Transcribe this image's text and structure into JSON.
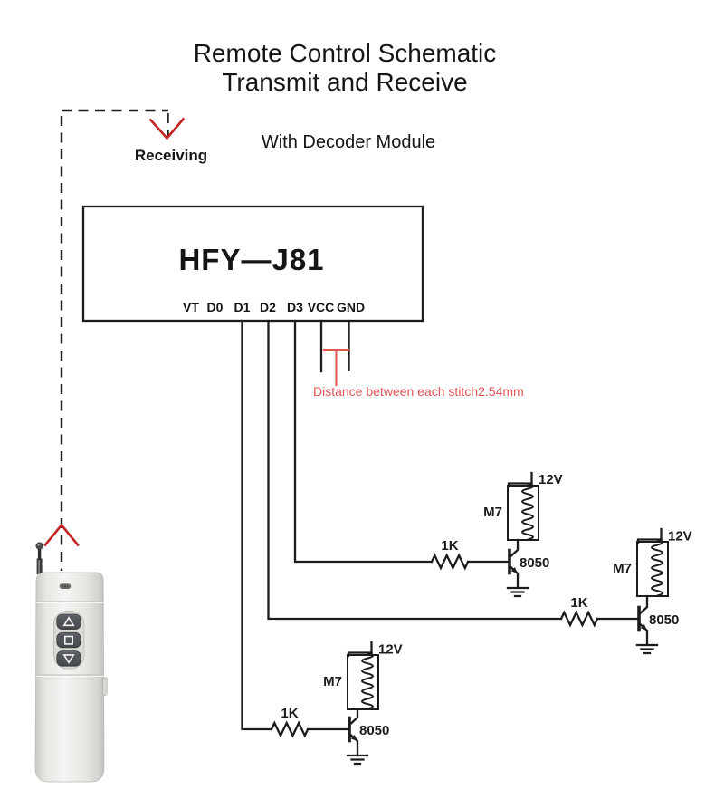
{
  "title": {
    "line1": "Remote Control Schematic",
    "line2": "Transmit and Receive"
  },
  "subtitle": "With Decoder Module",
  "receiving_label": "Receiving",
  "module": {
    "name": "HFY—J81",
    "pins": [
      "VT",
      "D0",
      "D1",
      "D2",
      "D3",
      "VCC",
      "GND"
    ]
  },
  "note": "Distance between each stitch2.54mm",
  "cells": [
    {
      "supply": "12V",
      "coil": "M7",
      "resistor": "1K",
      "transistor": "8050"
    },
    {
      "supply": "12V",
      "coil": "M7",
      "resistor": "1K",
      "transistor": "8050"
    },
    {
      "supply": "12V",
      "coil": "M7",
      "resistor": "1K",
      "transistor": "8050"
    }
  ],
  "colors": {
    "wire": "#1c1c1c",
    "arrow_red": "#c32323",
    "note_red": "#e25555"
  }
}
